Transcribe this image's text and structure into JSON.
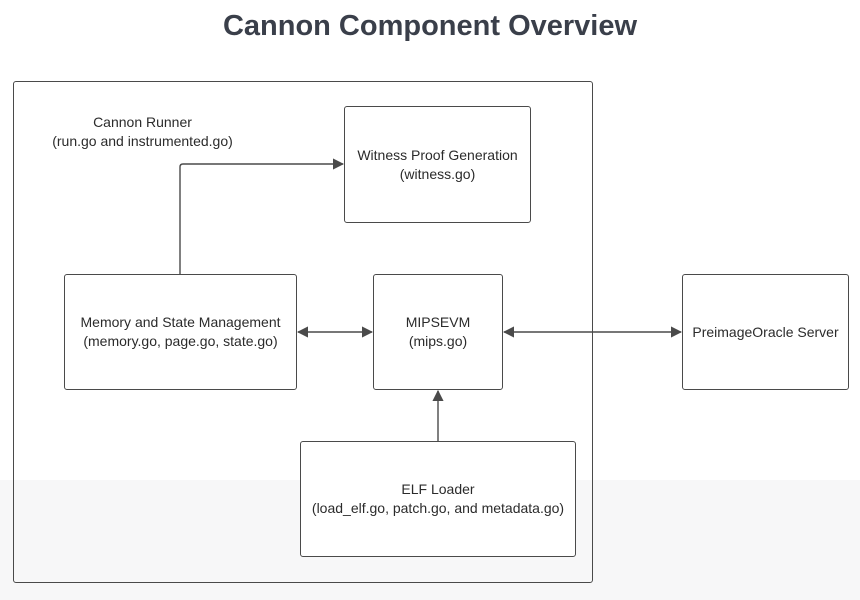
{
  "title": "Cannon Component Overview",
  "container": {
    "label_line1": "Cannon Runner",
    "label_line2": "(run.go and instrumented.go)"
  },
  "nodes": {
    "witness": {
      "line1": "Witness Proof Generation",
      "line2": "(witness.go)"
    },
    "memory": {
      "line1": "Memory and State Management",
      "line2": "(memory.go, page.go, state.go)"
    },
    "mips": {
      "line1": "MIPSEVM",
      "line2": "(mips.go)"
    },
    "preimage": {
      "line1": "PreimageOracle Server"
    },
    "elf": {
      "line1": "ELF Loader",
      "line2": "(load_elf.go, patch.go, and metadata.go)"
    }
  },
  "colors": {
    "title": "#3a3f4a",
    "stroke": "#4a4a4a",
    "text": "#2b2b2b"
  }
}
